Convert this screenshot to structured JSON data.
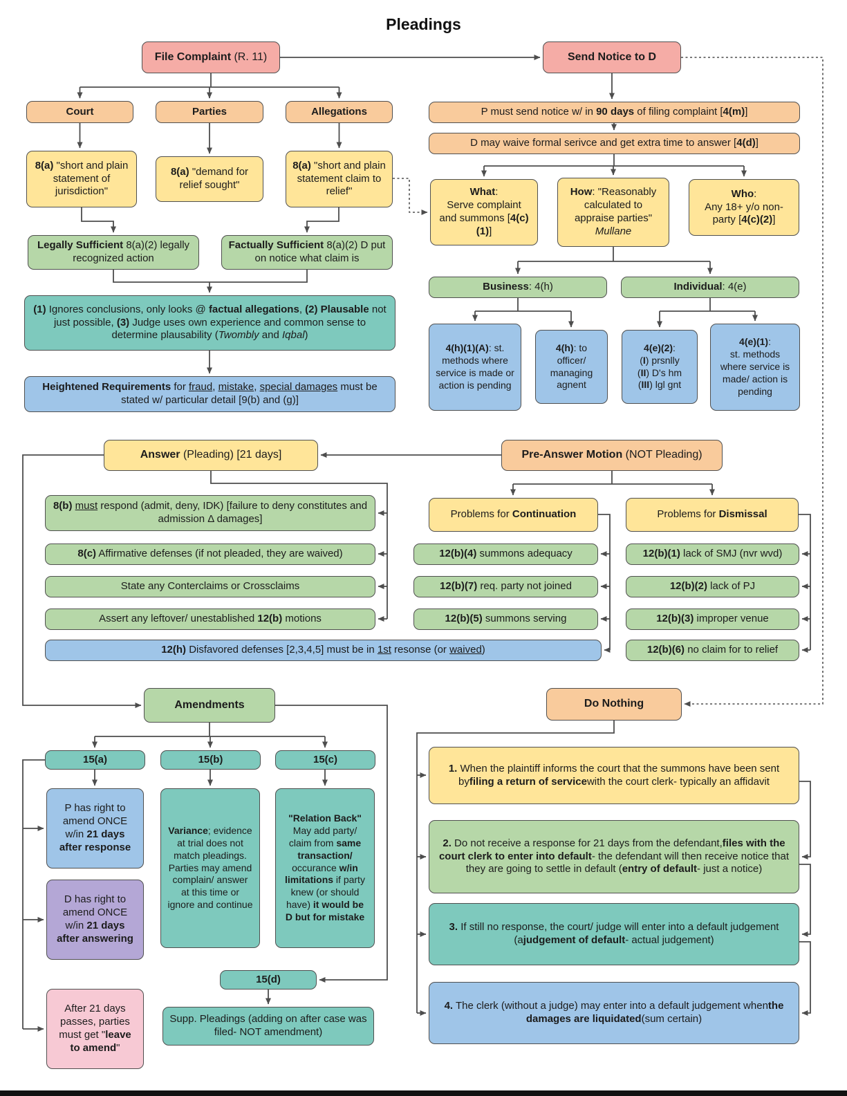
{
  "title": "Pleadings",
  "colors": {
    "salmon": "#F5ACA6",
    "orange": "#F9CB9C",
    "yellow": "#FFE599",
    "green": "#B6D7A8",
    "teal": "#7EC9BD",
    "blue": "#9FC5E8",
    "purple": "#B4A7D6",
    "pink": "#F7C9D4",
    "border": "#4F4F4F",
    "connector": "#4D4D4D"
  },
  "nodes": {
    "file_complaint": "<b>File Complaint</b> (R. 11)",
    "send_notice": "<b>Send Notice to D</b>",
    "court": "<b>Court</b>",
    "parties": "<b>Parties</b>",
    "allegations": "<b>Allegations</b>",
    "jurisdiction": "<b>8(a)</b> \"short and plain statement of jurisdiction\"",
    "relief_sought": "<b>8(a)</b> \"demand for relief sought\"",
    "claim_relief": "<b>8(a)</b> \"short and plain statement claim to relief\"",
    "legally_sufficient": "<b>Legally Sufficient</b> 8(a)(2) legally recognized action",
    "factually_sufficient": "<b>Factually Sufficient</b> 8(a)(2) D put on notice what claim is",
    "plausibility": "<b>(1)</b> Ignores conclusions, only looks @ <b>factual allegations</b>, <b>(2) Plausable</b> not just possible, <b>(3)</b> Judge uses own experience and common sense to determine plausability (<i>Twombly</i> and <i>Iqbal</i>)",
    "heightened": "<b>Heightened Requirements</b> for <u>fraud</u>, <u>mistake</u>, <u>special damages</u> must be stated w/ particular detail [9(b) and (g)]",
    "notice_90": "P must send notice w/ in <b>90 days</b> of filing complaint [<b>4(m)</b>]",
    "waive": "D may waive formal serivce and get extra time to answer [<b>4(d)</b>]",
    "what": "<b>What</b>:<br>Serve complaint and summons [<b>4(c)(1)</b>]",
    "how": "<b>How</b>: \"Reasonably calculated to appraise parties\"<br><i>Mullane</i>",
    "who": "<b>Who</b>:<br>Any 18+ y/o non-party [<b>4(c)(2)</b>]",
    "business": "<b>Business</b>: 4(h)",
    "individual": "<b>Individual</b>: 4(e)",
    "r4h1a": "<b>4(h)(1)(A)</b>: st. methods where service is made or action is pending",
    "r4h": "<b>4(h)</b>: to officer/ managing agnent",
    "r4e2": "<b>4(e)(2)</b>:<br>(<b>I</b>) prsnlly<br>(<b>II</b>) D's hm<br>(<b>III</b>) lgl gnt",
    "r4e1": "<b>4(e)(1)</b>:<br>st. methods where service is made/ action is pending",
    "answer": "<b>Answer</b> (Pleading) [21 days]",
    "pre_answer": "<b>Pre-Answer Motion</b> (NOT Pleading)",
    "r8b": "<b>8(b)</b> <u>must</u> respond (admit, deny, IDK) [failure to deny constitutes and admission Δ damages]",
    "r8c": "<b>8(c)</b> Affirmative defenses (if not pleaded, they are waived)",
    "counterclaims": "State any Conterclaims or Crossclaims",
    "leftover": "Assert any leftover/ unestablished <b>12(b)</b> motions",
    "r12h": "<b>12(h)</b> Disfavored defenses [2,3,4,5] must be in <u>1st</u> resonse (or <u>waived</u>)",
    "problems_continuation": "Problems for <b>Continuation</b>",
    "problems_dismissal": "Problems for <b>Dismissal</b>",
    "r12b4": "<b>12(b)(4)</b> summons adequacy",
    "r12b7": "<b>12(b)(7)</b> req. party not joined",
    "r12b5": "<b>12(b)(5)</b> summons serving",
    "r12b1": "<b>12(b)(1)</b> lack of SMJ (nvr wvd)",
    "r12b2": "<b>12(b)(2)</b> lack of PJ",
    "r12b3": "<b>12(b)(3)</b> improper venue",
    "r12b6": "<b>12(b)(6)</b> no claim for to relief",
    "amendments": "<b>Amendments</b>",
    "h15a": "<b>15(a)</b>",
    "h15b": "<b>15(b)</b>",
    "h15c": "<b>15(c)</b>",
    "h15d": "<b>15(d)</b>",
    "p_amend": "P has right to amend ONCE w/in <b>21 days after response</b>",
    "d_amend": "D has right to amend ONCE w/in <b>21 days after answering</b>",
    "leave_amend": "After 21 days passes, parties must get \"<b>leave to amend</b>\"",
    "variance": "<b>Variance</b>; evidence at trial does not match pleadings. Parties may amend complain/ answer at this time or ignore and continue",
    "relation_back": "<b>\"Relation Back\"</b> May add party/ claim from <b>same transaction/</b> occurance <b>w/in limitations</b> if party knew (or should have) <b>it would be D but for mistake</b>",
    "supp_pleadings": "Supp. Pleadings (adding on after case was filed- NOT amendment)",
    "do_nothing": "<b>Do Nothing</b>",
    "dn1": "<b>1.</b> When the plaintiff informs the court that the summons have been sent by<b>filing a return of service</b>with the court clerk- typically an affidavit",
    "dn2": "<b>2.</b> Do not receive a response for 21 days from the defendant,<b>files with the court clerk to enter into default</b>- the defendant will then receive notice that they are going to settle in default (<b>entry of default</b>- just a notice)",
    "dn3": "<b>3.</b> If still no response, the court/ judge will enter into a default judgement (a<b>judgement of default</b>- actual judgement)",
    "dn4": "<b>4.</b> The clerk (without a judge) may enter into a default judgement when<b>the damages are liquidated</b>(sum certain)"
  }
}
